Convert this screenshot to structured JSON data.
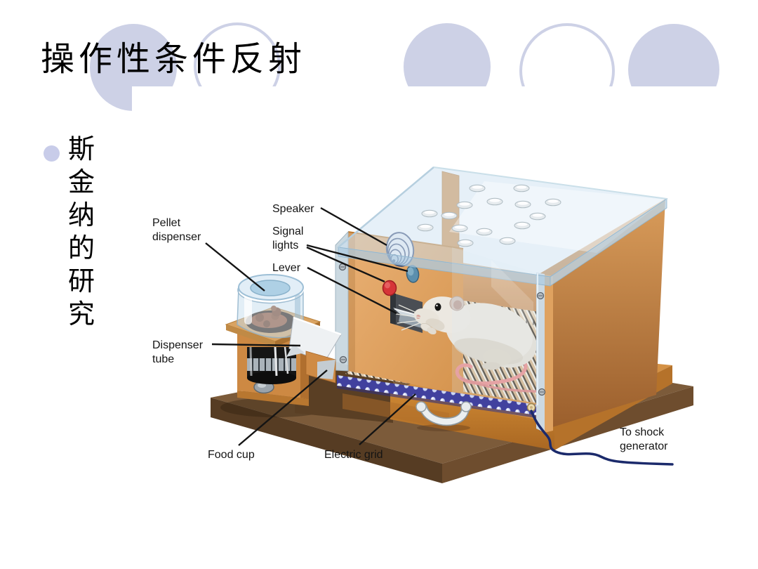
{
  "slide": {
    "title": "操作性条件反射",
    "bullet": {
      "text": "斯金纳的研究"
    }
  },
  "diagram": {
    "labels": {
      "pellet_dispenser_1": "Pellet",
      "pellet_dispenser_2": "dispenser",
      "speaker": "Speaker",
      "signal_lights_1": "Signal",
      "signal_lights_2": "lights",
      "lever": "Lever",
      "dispenser_tube_1": "Dispenser",
      "dispenser_tube_2": "tube",
      "food_cup": "Food cup",
      "electric_grid": "Electric grid",
      "to_shock_generator_1": "To shock",
      "to_shock_generator_2": "generator"
    },
    "colors": {
      "chamber_orange": "#dda05f",
      "base_brown": "#6e4d2e",
      "glass_blue": "#cfe2f1",
      "grid_rail_blue": "#41419e",
      "signal_light_red": "#d63438",
      "signal_light_blue": "#5b8fae",
      "wire_navy": "#1b2a6b",
      "decor_lavender": "#cdd1e6",
      "label_text": "#141414"
    }
  }
}
